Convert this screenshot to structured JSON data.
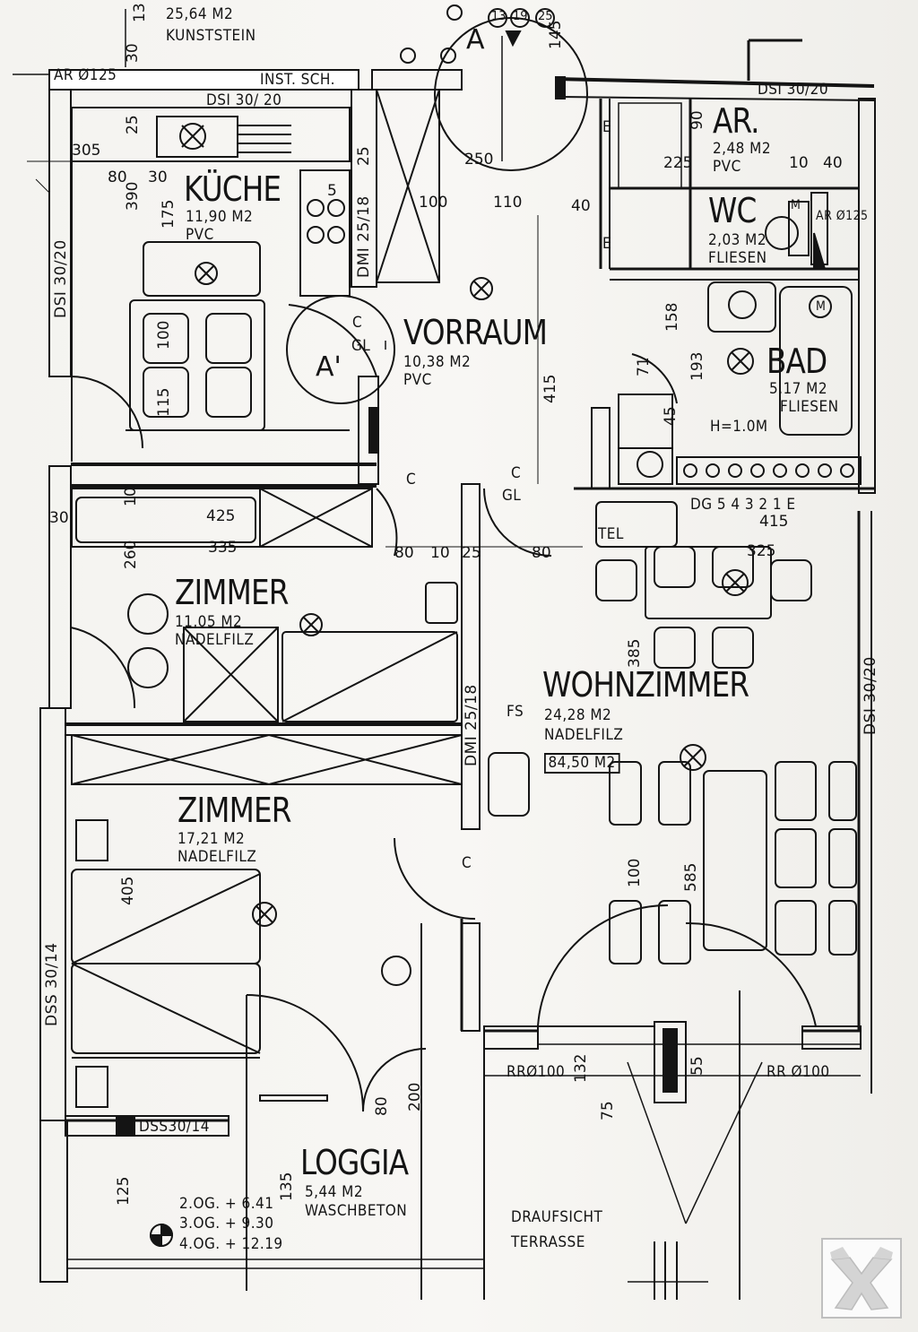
{
  "header": {
    "number": "13",
    "area": "25,64 M2",
    "material": "KUNSTSTEIN"
  },
  "section_marks": {
    "a": "A",
    "a_prime": "A'",
    "circles": [
      "13",
      "19",
      "25"
    ]
  },
  "rooms": [
    {
      "id": "kueche",
      "name": "KÜCHE",
      "area": "11,90 M2",
      "material": "PVC"
    },
    {
      "id": "vorraum",
      "name": "VORRAUM",
      "area": "10,38 M2",
      "material": "PVC"
    },
    {
      "id": "ar",
      "name": "AR.",
      "area": "2,48 M2",
      "material": "PVC"
    },
    {
      "id": "wc",
      "name": "WC",
      "area": "2,03 M2",
      "material": "FLIESEN"
    },
    {
      "id": "bad",
      "name": "BAD",
      "area": "5,17 M2",
      "material": "FLIESEN"
    },
    {
      "id": "zimmer1",
      "name": "ZIMMER",
      "area": "11,05 M2",
      "material": "NADELFILZ"
    },
    {
      "id": "wohnzimmer",
      "name": "WOHNZIMMER",
      "area": "24,28 M2",
      "material": "NADELFILZ",
      "total": "84,50 M2"
    },
    {
      "id": "zimmer2",
      "name": "ZIMMER",
      "area": "17,21 M2",
      "material": "NADELFILZ"
    },
    {
      "id": "loggia",
      "name": "LOGGIA",
      "area": "5,44 M2",
      "material": "WASCHBETON"
    }
  ],
  "annotations": {
    "ar_pipe": "AR Ø125",
    "ar_pipe_wc": "AR Ø125",
    "inst_sch": "INST. SCH.",
    "dsi_top_left": "DSI 30/ 20",
    "dsi_top_right": "DSI 30/20",
    "dsi_left": "DSI 30/20",
    "dsi_right": "DSI 30/20",
    "dmi_upper": "DMI 25/18",
    "dmi_lower": "DMI 25/18",
    "dss_left": "DSS 30/14",
    "dss_bottom": "DSS30/14",
    "rr_left": "RRØ100",
    "rr_right": "RR Ø100",
    "h_label": "H=1.0M",
    "dg_label": "DG 5 4 3 2 1 E",
    "tel": "TEL",
    "fs": "FS",
    "gl": "GL",
    "c": "C",
    "e": "E",
    "m": "M",
    "draufsicht_1": "DRAUFSICHT",
    "draufsicht_2": "TERRASSE"
  },
  "levels": [
    {
      "floor": "2.OG.",
      "value": "+ 6.41"
    },
    {
      "floor": "3.OG.",
      "value": "+ 9.30"
    },
    {
      "floor": "4.OG.",
      "value": "+ 12.19"
    }
  ],
  "dimensions": {
    "d305": "305",
    "d80": "80",
    "d30": "30",
    "d25": "25",
    "d390": "390",
    "d175": "175",
    "d100": "100",
    "d115": "115",
    "d5": "5",
    "d250": "250",
    "d110": "110",
    "d40": "40",
    "d145": "145",
    "d90": "90",
    "d225": "225",
    "d10": "10",
    "d415": "415",
    "d158": "158",
    "d193": "193",
    "d45": "45",
    "d71": "71",
    "d425": "425",
    "d335": "335",
    "d260": "260",
    "d325": "325",
    "d385": "385",
    "d585": "585",
    "d405": "405",
    "d200": "200",
    "d135": "135",
    "d125": "125",
    "d55": "55",
    "d75": "75",
    "d132": "132"
  },
  "colors": {
    "ink": "#141414",
    "paper": "#f6f5f2",
    "logo_mark": "#d0d0d0"
  },
  "icons": [
    "raiffeisen-logo-icon",
    "north-arrow-icon",
    "light-fixture-icon"
  ]
}
